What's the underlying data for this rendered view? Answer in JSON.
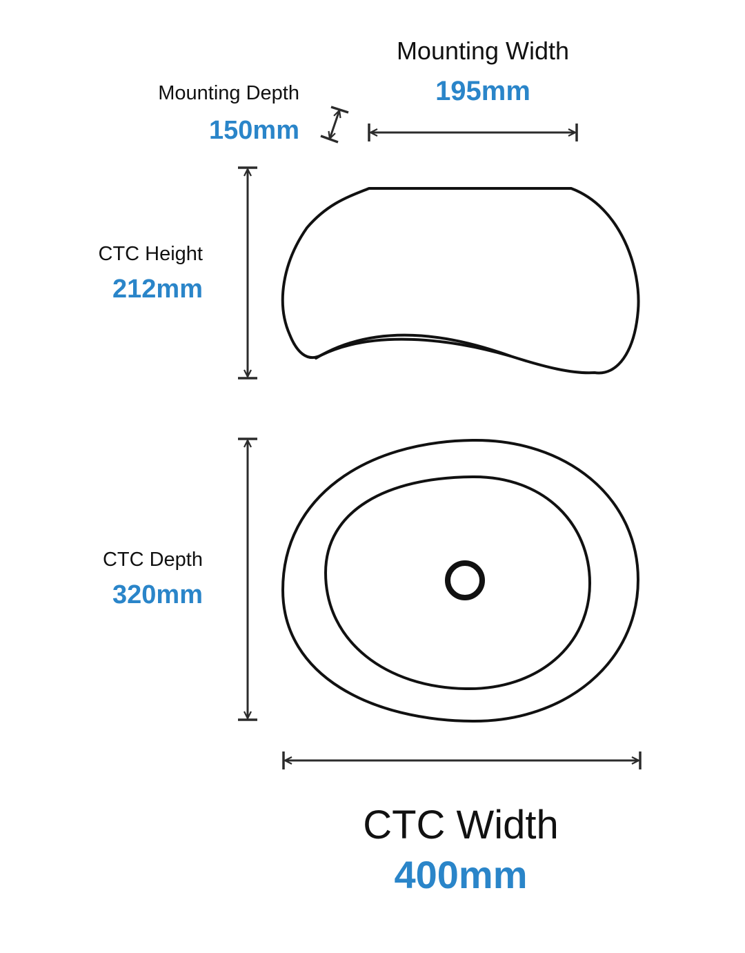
{
  "dimensions": {
    "mounting_width": {
      "label": "Mounting Width",
      "value": "195mm"
    },
    "mounting_depth": {
      "label": "Mounting Depth",
      "value": "150mm"
    },
    "ctc_height": {
      "label": "CTC Height",
      "value": "212mm"
    },
    "ctc_depth": {
      "label": "CTC Depth",
      "value": "320mm"
    },
    "ctc_width": {
      "label": "CTC Width",
      "value": "400mm"
    }
  },
  "colors": {
    "value_accent": "#2a85c9",
    "line": "#111111",
    "arrow": "#2b2b2b"
  }
}
